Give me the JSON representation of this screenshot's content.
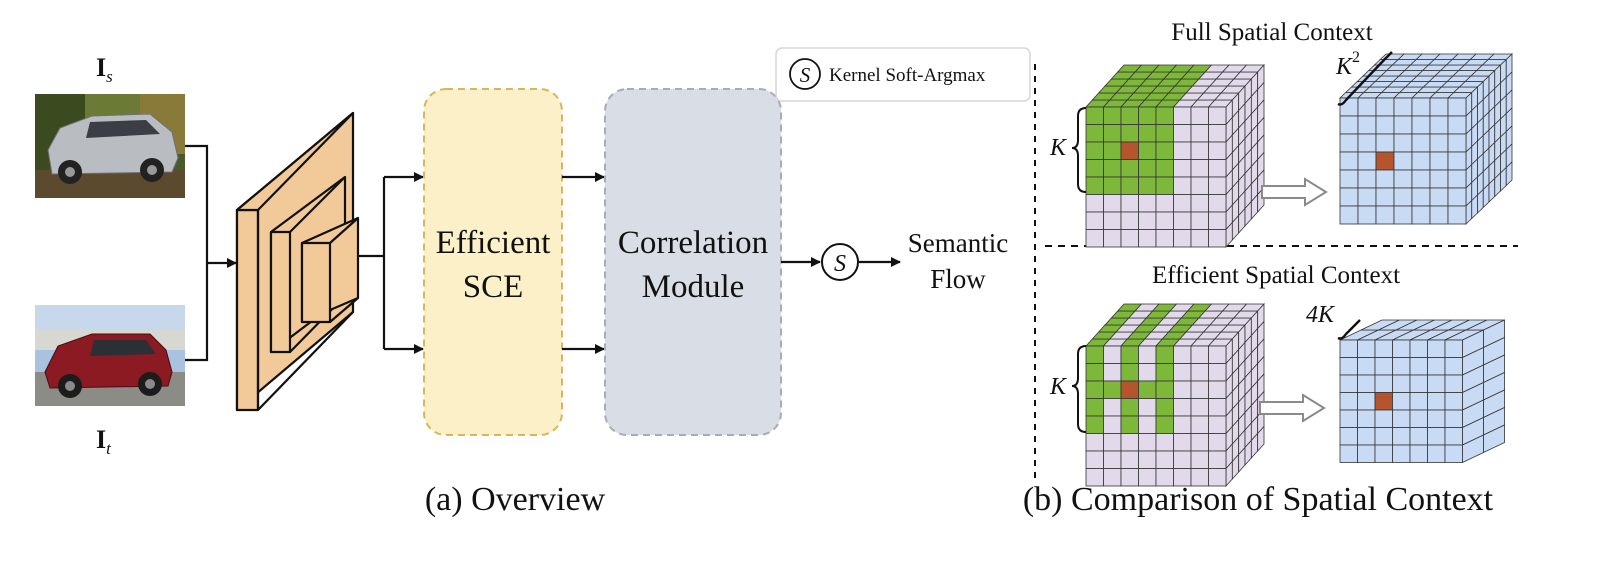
{
  "inputs": {
    "source_label_main": "I",
    "source_label_sub": "s",
    "target_label_main": "I",
    "target_label_sub": "t"
  },
  "pipeline": {
    "sce_line1": "Efficient",
    "sce_line2": "SCE",
    "corr_line1": "Correlation",
    "corr_line2": "Module",
    "softargmax_symbol": "S",
    "output_line1": "Semantic",
    "output_line2": "Flow"
  },
  "legend": {
    "symbol": "S",
    "text": "Kernel Soft-Argmax"
  },
  "comparison": {
    "full_title": "Full Spatial Context",
    "efficient_title": "Efficient Spatial Context",
    "k_label": "K",
    "k2_label_main": "K",
    "k2_label_sup": "2",
    "fourk_label": "4K"
  },
  "captions": {
    "overview": "(a) Overview",
    "comparison": "(b) Comparison of Spatial Context"
  },
  "colors": {
    "backbone": "#f2c999",
    "sce_fill": "#fbf0c8",
    "sce_border": "#d9b65a",
    "corr_fill": "#d8dde6",
    "corr_border": "#a8adb5",
    "green": "#7eb83a",
    "lilac": "#e2d9ea",
    "blue": "#c9daf5",
    "center": "#b4552e"
  }
}
